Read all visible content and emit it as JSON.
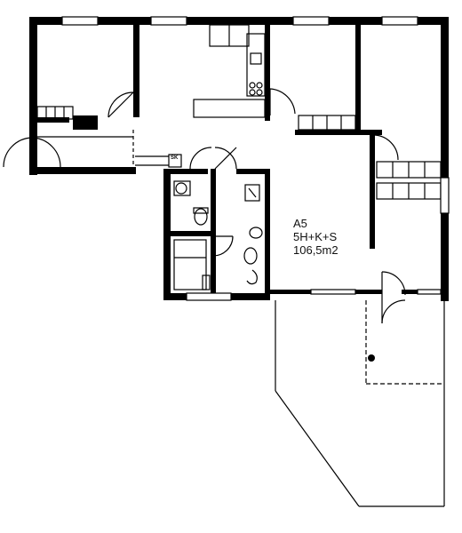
{
  "plan": {
    "apartment_code": "A5",
    "room_configuration": "5H+K+S",
    "area": "106,5m2",
    "sauna_mark": "SK",
    "wall_color": "#000000",
    "background_color": "#ffffff"
  }
}
